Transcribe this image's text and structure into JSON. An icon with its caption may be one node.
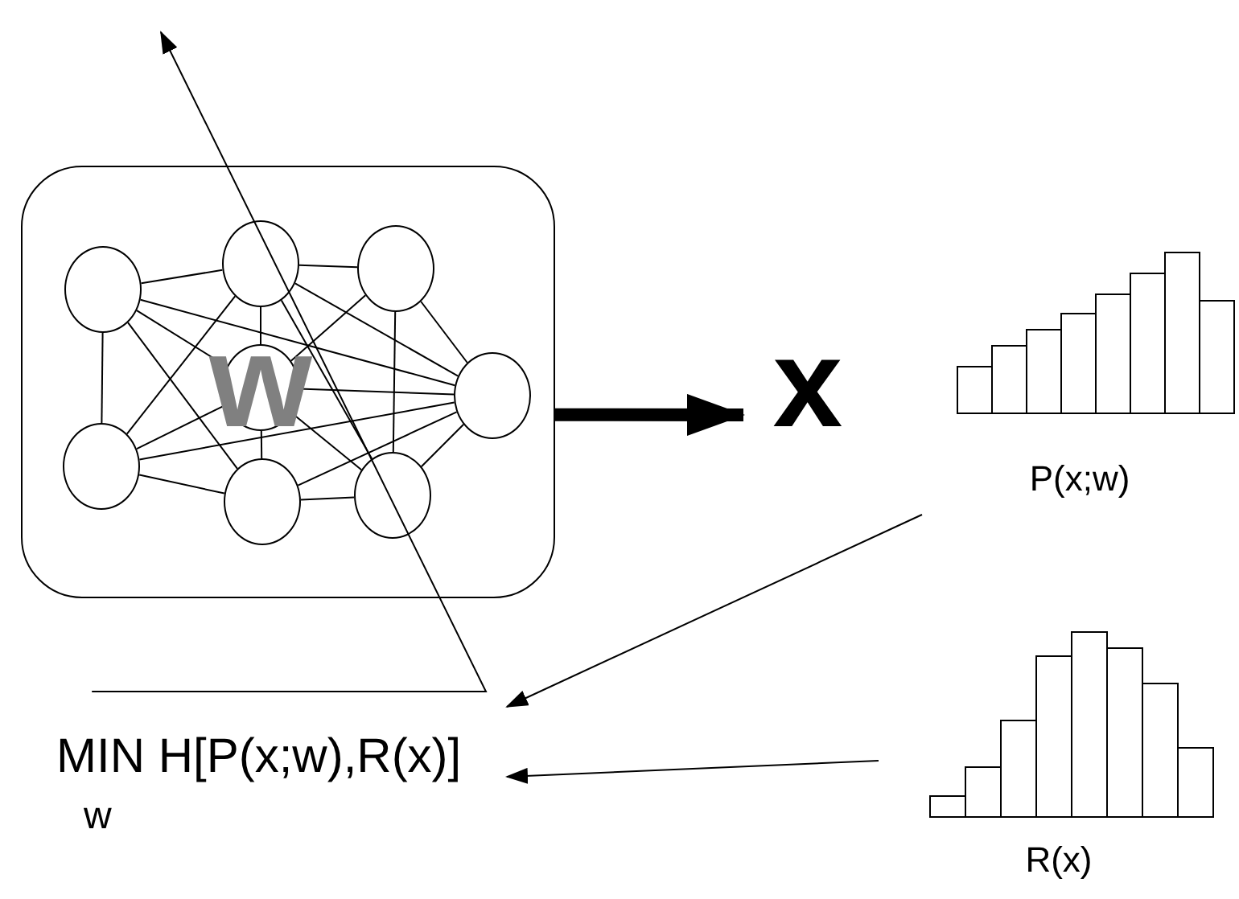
{
  "diagram": {
    "nodes": [
      {
        "text": [],
        "shape": "box"
      },
      {
        "text": [],
        "shape": "circle",
        "in": 0
      },
      {
        "text": [],
        "shape": "circle",
        "in": 0
      },
      {
        "text": [],
        "shape": "circle",
        "in": 0
      },
      {
        "text": [
          "w"
        ],
        "in": 0
      },
      {
        "text": [],
        "shape": "circle",
        "in": 0
      },
      {
        "text": [],
        "shape": "circle",
        "in": 0
      },
      {
        "text": [],
        "shape": "circle",
        "in": 0
      },
      {
        "text": [],
        "shape": "circle",
        "in": 0
      },
      {
        "text": [
          "x"
        ]
      },
      {
        "text": [
          "P(x;w)"
        ]
      },
      {
        "text": [
          "R(x)"
        ]
      },
      {
        "text": [
          "MIN H[P(x;w),R(x)]",
          "w"
        ]
      }
    ],
    "edges": [
      {
        "from": 1,
        "to": 2,
        "arrow": "none"
      },
      {
        "from": 1,
        "to": 6,
        "arrow": "none"
      },
      {
        "from": 1,
        "to": 5,
        "arrow": "none"
      },
      {
        "from": 1,
        "to": 4,
        "arrow": "none"
      },
      {
        "from": 1,
        "to": 7,
        "arrow": "none"
      },
      {
        "from": 2,
        "to": 6,
        "arrow": "none"
      },
      {
        "from": 2,
        "to": 4,
        "arrow": "none"
      },
      {
        "from": 2,
        "to": 3,
        "arrow": "none"
      },
      {
        "from": 2,
        "to": 5,
        "arrow": "none"
      },
      {
        "from": 2,
        "to": 8,
        "arrow": "none"
      },
      {
        "from": 3,
        "to": 4,
        "arrow": "none"
      },
      {
        "from": 3,
        "to": 8,
        "arrow": "none"
      },
      {
        "from": 3,
        "to": 5,
        "arrow": "none"
      },
      {
        "from": 6,
        "to": 4,
        "arrow": "none"
      },
      {
        "from": 6,
        "to": 5,
        "arrow": "none"
      },
      {
        "from": 6,
        "to": 7,
        "arrow": "none"
      },
      {
        "from": 4,
        "to": 5,
        "arrow": "none"
      },
      {
        "from": 4,
        "to": 7,
        "arrow": "none"
      },
      {
        "from": 4,
        "to": 8,
        "arrow": "none"
      },
      {
        "from": 7,
        "to": 5,
        "arrow": "none"
      },
      {
        "from": 7,
        "to": 8,
        "arrow": "none"
      },
      {
        "from": 8,
        "to": 5,
        "arrow": "none"
      },
      {
        "from": 0,
        "to": 9,
        "arrow": "to",
        "style": "thick"
      },
      {
        "from": 10,
        "to": 12,
        "arrow": "to"
      },
      {
        "from": 11,
        "to": 12,
        "arrow": "to"
      },
      {
        "from": 12,
        "to": null,
        "arrow": "to"
      }
    ]
  }
}
